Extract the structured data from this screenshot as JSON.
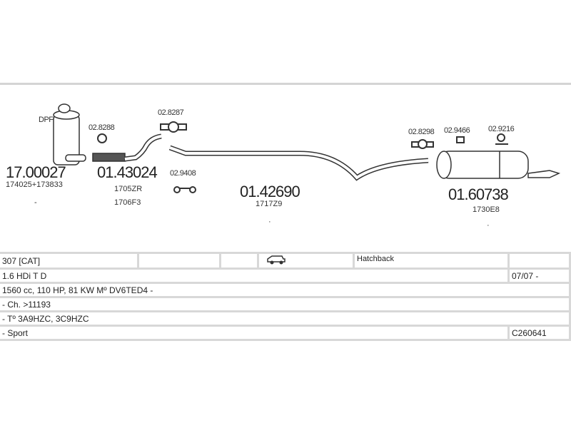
{
  "parts": [
    {
      "code": "17.00027",
      "sub": [
        "174025+173833"
      ],
      "label": "DPF"
    },
    {
      "code": "01.43024",
      "sub": [
        "1705ZR",
        "1706F3"
      ]
    },
    {
      "code": "01.42690",
      "sub": [
        "1717Z9"
      ]
    },
    {
      "code": "01.60738",
      "sub": [
        "1730E8"
      ]
    }
  ],
  "accessories": [
    "02.8288",
    "02.8287",
    "02.9408",
    "02.8298",
    "02.9466",
    "02.9216"
  ],
  "table": {
    "model": "307  [CAT]",
    "body_icon": "car-icon",
    "body": "Hatchback",
    "engine": "1.6 HDi T D",
    "date": "07/07 -",
    "spec": "1560 cc, 110 HP, 81 KW Mº DV6TED4 -",
    "chassis": "- Ch. >11193",
    "type": "- Tº 3A9HZC, 3C9HZC",
    "version": "- Sport",
    "ref": "C260641"
  }
}
